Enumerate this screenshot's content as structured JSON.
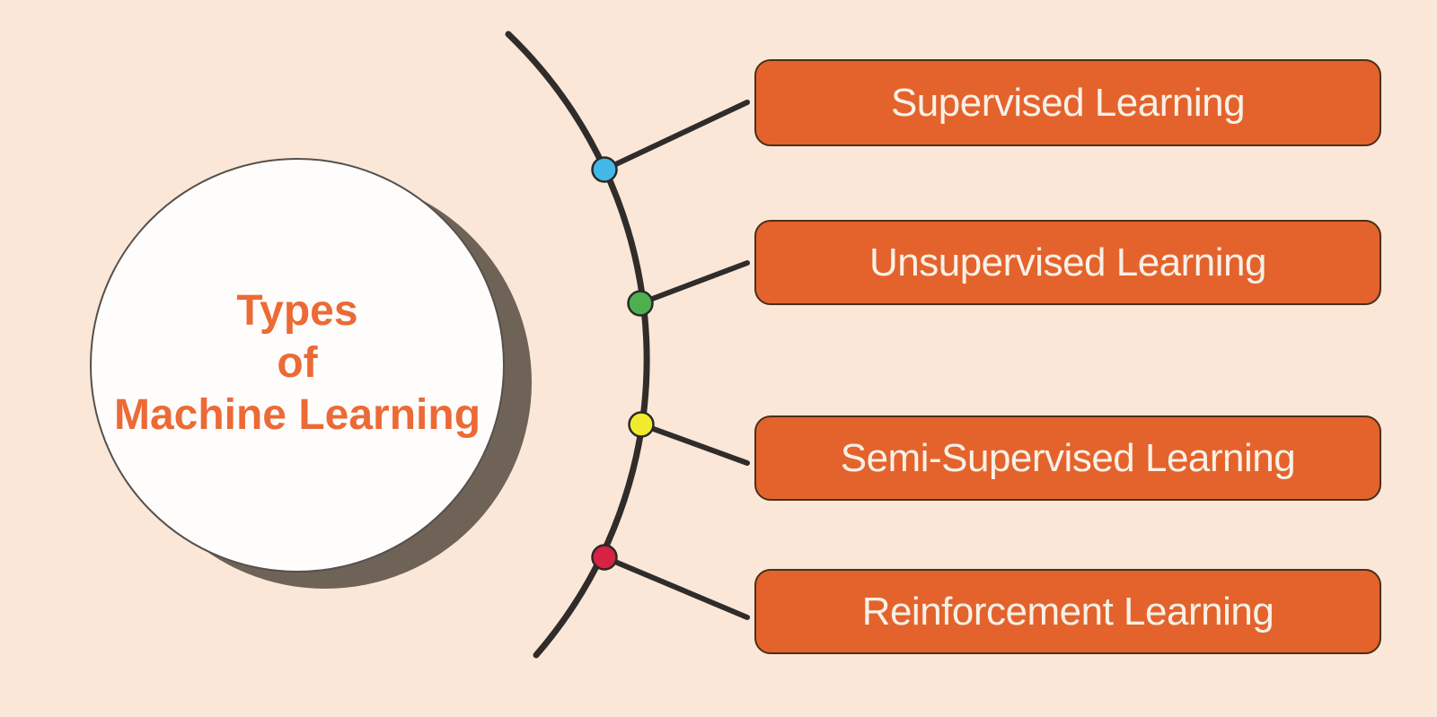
{
  "diagram": {
    "center_title": {
      "line1": "Types",
      "line2": "of",
      "line3": "Machine Learning"
    },
    "branches": [
      {
        "label": "Supervised Learning",
        "dot_color": "#41B8E8"
      },
      {
        "label": "Unsupervised Learning",
        "dot_color": "#4DB04E"
      },
      {
        "label": "Semi-Supervised Learning",
        "dot_color": "#F2EB2D"
      },
      {
        "label": "Reinforcement Learning",
        "dot_color": "#D62344"
      }
    ],
    "colors": {
      "background": "#FBE7D8",
      "box_fill": "#E4632C",
      "box_border": "#4A3018",
      "box_text": "#F8F1E7",
      "title_text": "#EC6A35",
      "circle_fill": "#FEFDFC",
      "circle_border": "#55504B",
      "circle_shadow": "#6F6358",
      "line": "#302C2A"
    }
  }
}
